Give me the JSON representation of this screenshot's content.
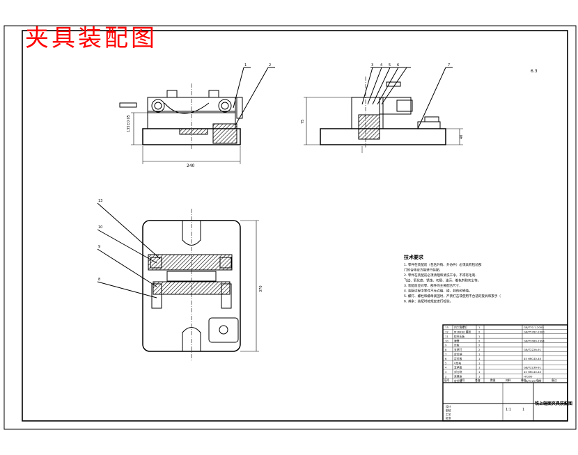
{
  "title": "夹具装配图",
  "colors": {
    "title": "#ff0000",
    "line": "#000000",
    "hatch": "#000000"
  },
  "dims": {
    "front_width": "240",
    "front_height": "135±0.05",
    "side_height": "75",
    "side_small": "40",
    "plan_height": "370",
    "roughness": "6.3"
  },
  "leaders": {
    "front": [
      "1",
      "2"
    ],
    "side": [
      "3",
      "4",
      "5",
      "6",
      "7"
    ],
    "plan": [
      "13",
      "10",
      "9",
      "8"
    ]
  },
  "tech_req": {
    "heading": "技术要求",
    "lines": [
      "1. 零件在装配前（包括外购、外协件）必须具有检验部",
      "门的合格证方能进行装配。",
      "2. 零件在装配前必须清理和清洗干净，不得有毛刺、",
      "飞边、氧化皮、锈蚀、切屑、油污、着色剂和灰尘等。",
      "3. 装配前应对零、部件的主要配合尺寸，",
      "4. 装配过程中零件不允许磕、碰、划伤和锈蚀。",
      "5. 螺钉、螺栓和螺母紧固时，严禁打击或使用不合适的旋具和扳手（",
      "6. 其余：装配时按规定进行检验。"
    ]
  },
  "bom": {
    "rows": [
      {
        "no": "13",
        "name": "内六角螺钉",
        "qty": "1",
        "std": "GB/T70.1-2000"
      },
      {
        "no": "12",
        "name": "M16X40 螺栓",
        "qty": "2",
        "std": "GB/T5782-2000"
      },
      {
        "no": "11",
        "name": "拉杆压板",
        "qty": "1",
        "std": ""
      },
      {
        "no": "10",
        "name": "弹簧",
        "qty": "2",
        "std": "GB/T2089-1994"
      },
      {
        "no": "9",
        "name": "压板",
        "qty": "2",
        "std": ""
      },
      {
        "no": "8",
        "name": "支承钉",
        "qty": "2",
        "std": "GB/T2226-91"
      },
      {
        "no": "7",
        "name": "定位销",
        "qty": "1",
        "std": ""
      },
      {
        "no": "6",
        "name": "定位板",
        "qty": "1",
        "std": "45  HRC40-45"
      },
      {
        "no": "5",
        "name": "V形块",
        "qty": "1",
        "std": ""
      },
      {
        "no": "4",
        "name": "支承板",
        "qty": "1",
        "std": "GB/T2236-91"
      },
      {
        "no": "3",
        "name": "对刀块",
        "qty": "1",
        "std": "45  HRC40-45"
      },
      {
        "no": "2",
        "name": "夹具体",
        "qty": "1",
        "std": "HT200"
      },
      {
        "no": "1",
        "name": "定位键",
        "qty": "2",
        "std": "GB/T2207-91"
      }
    ],
    "header": [
      "序号",
      "代号",
      "名称",
      "数量",
      "材料",
      "单件",
      "总计",
      "备注"
    ],
    "title_block": {
      "drawing_title": "铣上端面夹具装配图",
      "scale": "1:1",
      "sheet": "1",
      "labels": [
        "设计",
        "审核",
        "工艺",
        "批准"
      ]
    }
  }
}
